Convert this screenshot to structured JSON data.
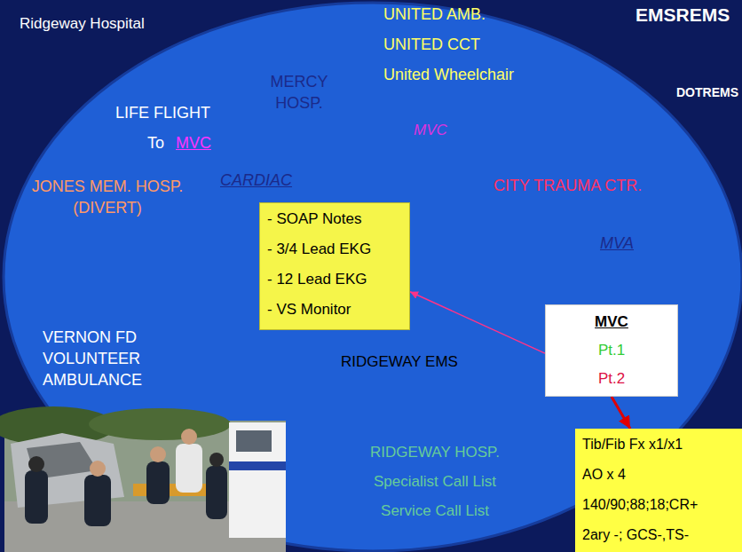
{
  "diagram": {
    "nodes": [
      {
        "text": [
          "- SOAP Notes",
          "- 3/4 Lead EKG",
          "- 12 Lead EKG",
          "- VS Monitor"
        ]
      },
      {
        "text": [
          "MVC",
          "Pt.1",
          "Pt.2"
        ]
      },
      {
        "text": [
          "Tib/Fib Fx x1/x1",
          "AO x 4",
          "140/90;88;18;CR+",
          "2ary -; GCS-,TS-"
        ]
      }
    ],
    "edges": [
      {
        "from": 1,
        "to": 0,
        "arrow": "to"
      },
      {
        "from": 1,
        "to": 2,
        "arrow": "to"
      }
    ],
    "labels": [
      "Ridgeway Hospital",
      "UNITED AMB.",
      "EMSREMS",
      "UNITED CCT",
      "MERCY HOSP.",
      "United Wheelchair",
      "DOTREMS",
      "LIFE FLIGHT",
      "MVC",
      "To",
      "MVC",
      "CARDIAC",
      "JONES MEM. HOSP. (DIVERT)",
      "CITY TRAUMA CTR.",
      "MVA",
      "VERNON FD VOLUNTEER AMBULANCE",
      "RIDGEWAY EMS",
      "RIDGEWAY HOSP.",
      "Specialist Call List",
      "Service Call List"
    ]
  }
}
